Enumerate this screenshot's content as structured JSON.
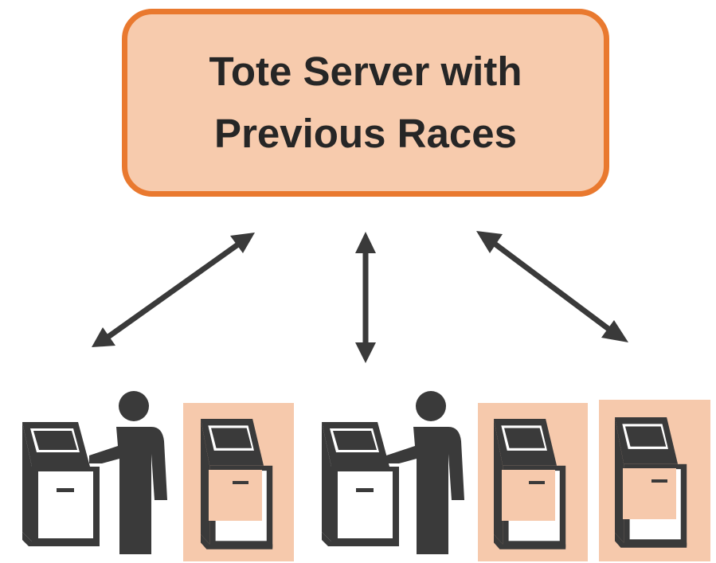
{
  "server": {
    "line1": "Tote Server with",
    "line2": "Previous Races"
  },
  "colors": {
    "box_fill": "#F7CBAD",
    "box_border": "#E9792F",
    "ink": "#3A3A3A",
    "panel_fill": "#F6C9AC"
  },
  "arrows": [
    {
      "icon": "double-headed-arrow-icon",
      "direction": "diagonal-left"
    },
    {
      "icon": "double-headed-arrow-icon",
      "direction": "vertical"
    },
    {
      "icon": "double-headed-arrow-icon",
      "direction": "diagonal-right"
    }
  ],
  "terminals": [
    {
      "icon": "kiosk-with-person-icon",
      "state": "in-use"
    },
    {
      "icon": "kiosk-icon",
      "state": "idle"
    },
    {
      "icon": "kiosk-with-person-icon",
      "state": "in-use"
    },
    {
      "icon": "kiosk-icon",
      "state": "idle"
    },
    {
      "icon": "kiosk-icon",
      "state": "idle"
    }
  ]
}
